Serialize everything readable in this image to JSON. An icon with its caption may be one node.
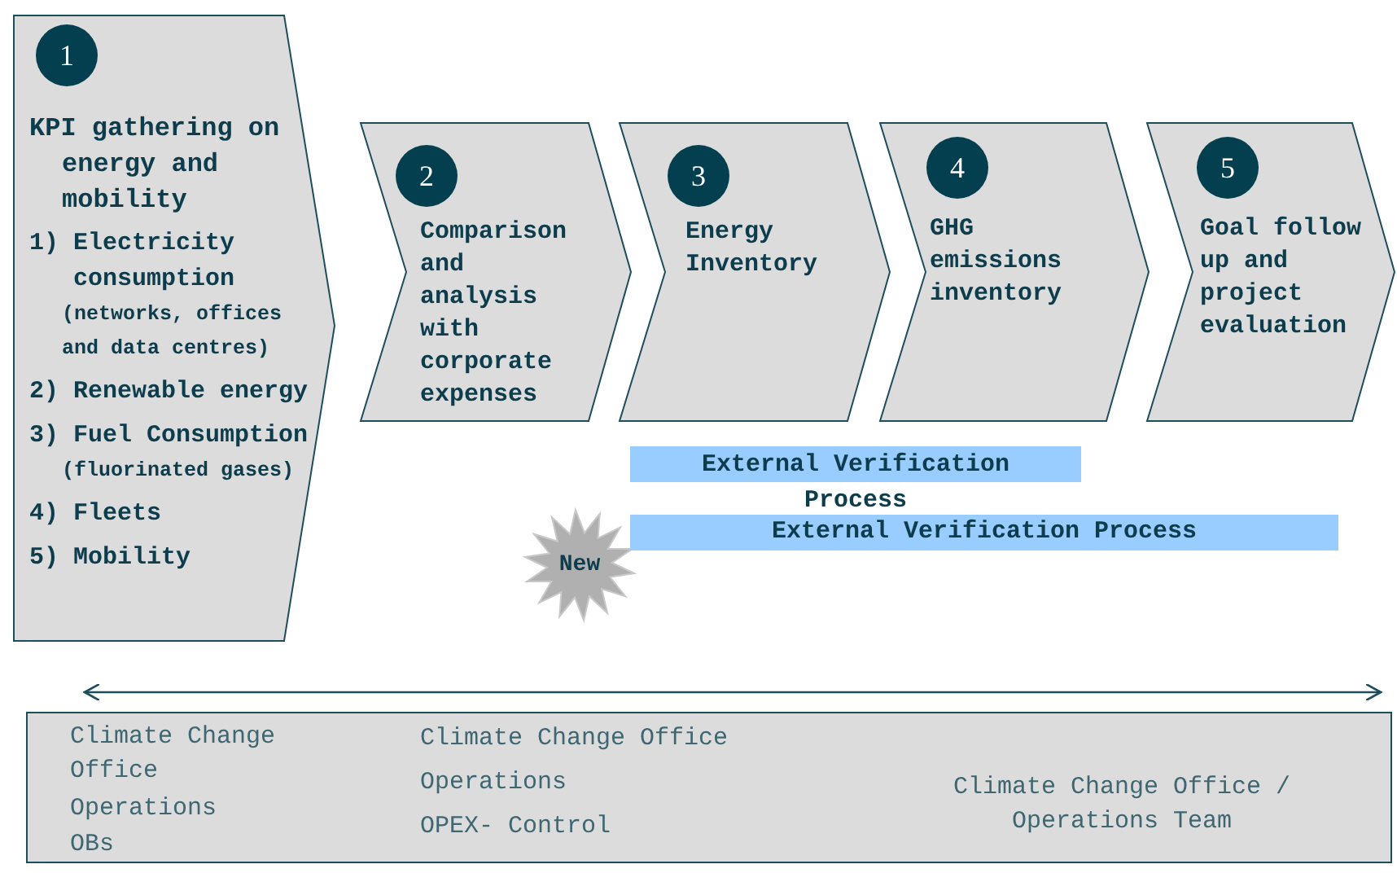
{
  "diagram": {
    "nodes": [
      {
        "text": [
          "KPI gathering on energy and mobility",
          "1) Electricity consumption",
          "(networks, offices and data centres)",
          "2) Renewable energy",
          "3) Fuel Consumption",
          "(fluorinated gases)",
          "4) Fleets",
          "5) Mobility"
        ]
      },
      {
        "text": [
          "1"
        ],
        "in": 0
      },
      {
        "text": [
          "Comparison and analysis with corporate expenses"
        ]
      },
      {
        "text": [
          "2"
        ],
        "in": 2
      },
      {
        "text": [
          "Energy Inventory"
        ]
      },
      {
        "text": [
          "3"
        ],
        "in": 4
      },
      {
        "text": [
          "GHG emissions inventory"
        ]
      },
      {
        "text": [
          "4"
        ],
        "in": 6
      },
      {
        "text": [
          "Goal follow up and project evaluation"
        ]
      },
      {
        "text": [
          "5"
        ],
        "in": 8
      },
      {
        "text": [
          "External Verification Process"
        ]
      },
      {
        "text": [
          "New"
        ]
      },
      {
        "text": [
          "External Verification Process"
        ]
      },
      {
        "text": [
          "Climate Change Office",
          "Operations",
          "OBs",
          "Climate Change Office",
          "Operations",
          "OPEX- Control",
          "Climate Change Office / Operations Team"
        ]
      }
    ]
  }
}
